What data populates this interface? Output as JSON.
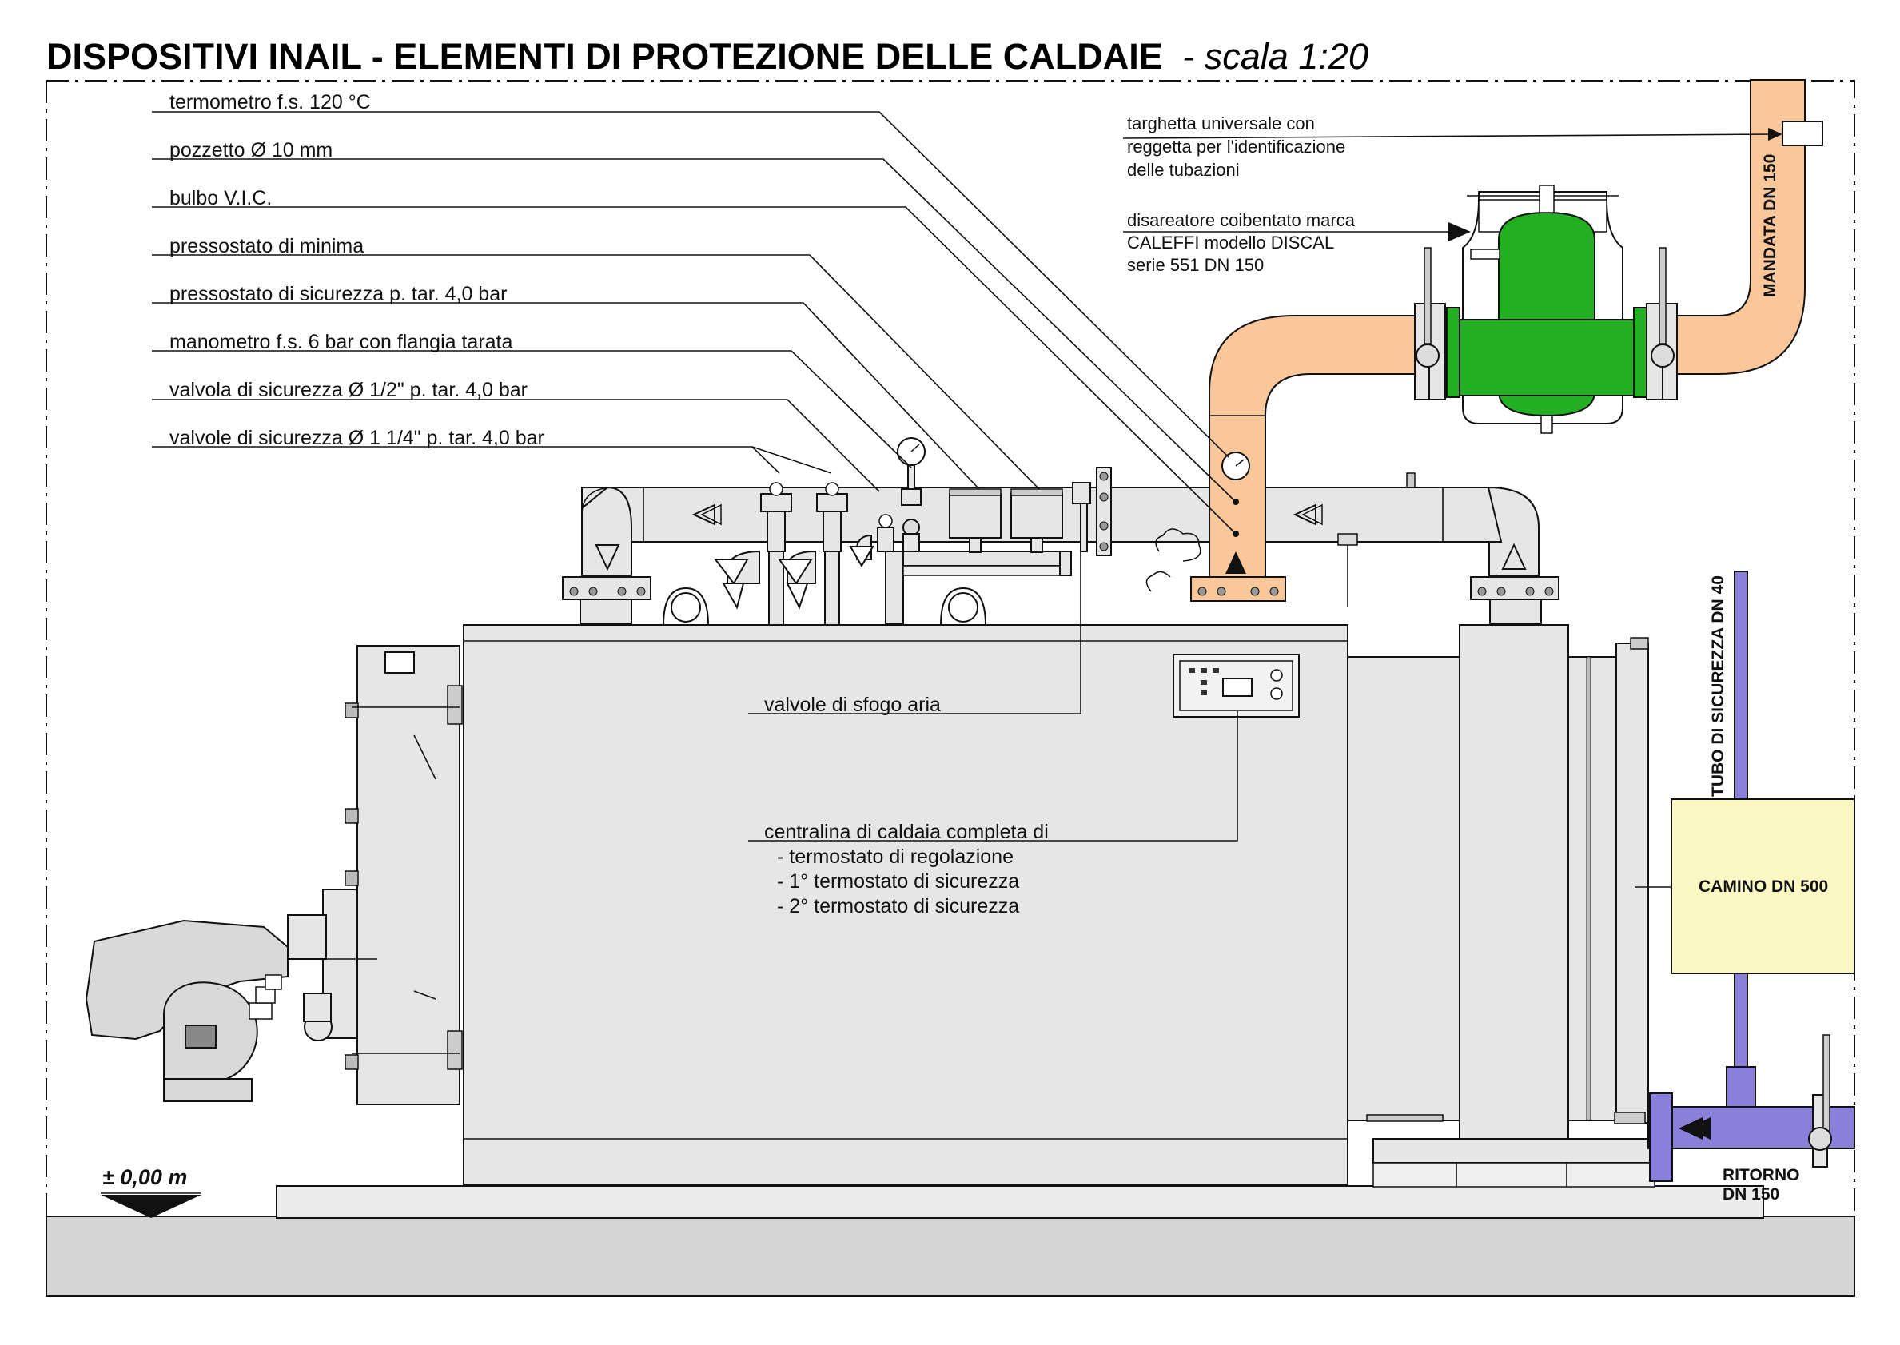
{
  "title": {
    "main": "DISPOSITIVI INAIL -  ELEMENTI DI PROTEZIONE DELLE CALDAIE",
    "scale": "- scala 1:20"
  },
  "left_labels": [
    "termometro f.s. 120 °C",
    "pozzetto Ø 10 mm",
    "bulbo V.I.C.",
    "pressostato di minima",
    "pressostato di sicurezza p. tar. 4,0 bar",
    "manometro f.s. 6 bar con flangia tarata",
    "valvola di sicurezza Ø 1/2\" p. tar. 4,0 bar",
    "valvole di sicurezza Ø 1 1/4\" p. tar. 4,0 bar"
  ],
  "right_labels": {
    "tag": [
      "targhetta universale con",
      "reggetta per l'identificazione",
      "delle tubazioni"
    ],
    "deaerator": [
      "disareatore coibentato marca",
      "CALEFFI modello DISCAL",
      "serie 551 DN 150"
    ]
  },
  "air_vent_label": "valvole di sfogo aria",
  "control_unit": {
    "heading": "centralina di caldaia completa di",
    "items": [
      "- termostato di regolazione",
      "- 1° termostato di sicurezza",
      "- 2° termostato di sicurezza"
    ]
  },
  "pipe_labels": {
    "supply": "MANDATA DN 150",
    "safety_pipe": "TUBO DI SICUREZZA DN 40",
    "chimney": "CAMINO DN 500",
    "return_line1": "RITORNO",
    "return_line2": "DN 150"
  },
  "level_label": "± 0,00 m",
  "colors": {
    "supply_pipe": "#f9c79a",
    "deaerator": "#22b022",
    "safety_pipe": "#8a80d9",
    "chimney": "#fbf8c4",
    "boiler_body": "#e6e6e6",
    "ground": "#d4d4d4"
  }
}
